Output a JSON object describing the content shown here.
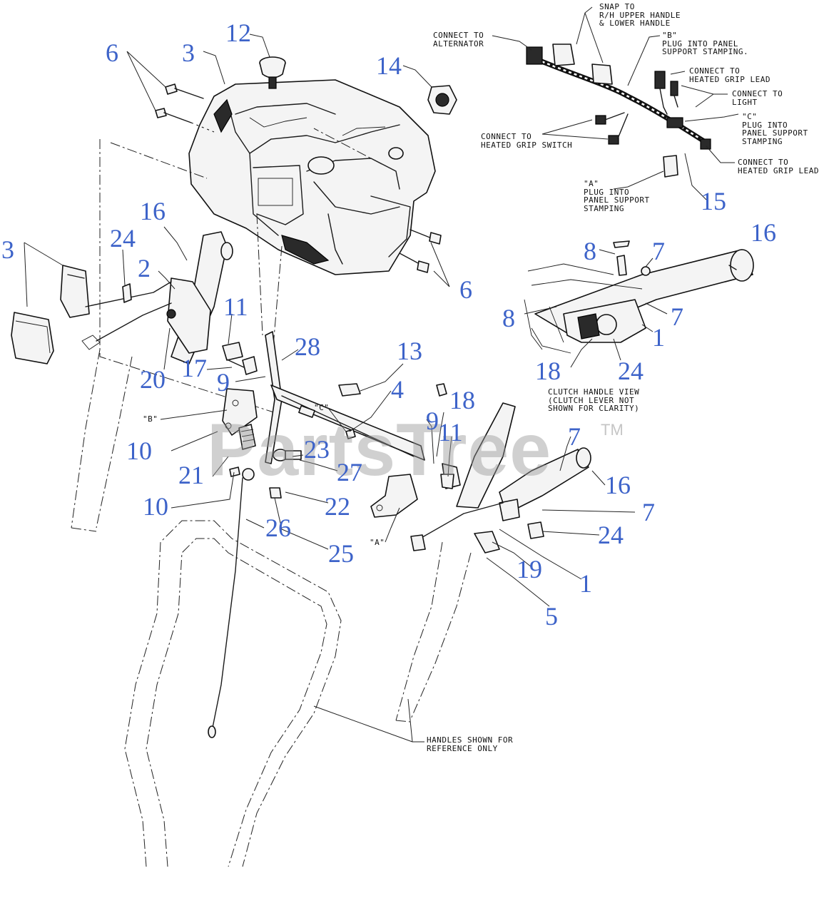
{
  "watermark": {
    "text": "PartsTree",
    "trademark": "TM"
  },
  "part_numbers": {
    "n12": "12",
    "n3a": "3",
    "n6a": "6",
    "n14": "14",
    "n15": "15",
    "n16a": "16",
    "n24a": "24",
    "n3b": "3",
    "n2": "2",
    "n11a": "11",
    "n17": "17",
    "n20": "20",
    "n9a": "9",
    "n28": "28",
    "n13": "13",
    "n4": "4",
    "n18a": "18",
    "n9b": "9",
    "n11b": "11",
    "n10a": "10",
    "n21": "21",
    "n23": "23",
    "n27": "27",
    "n22": "22",
    "n10b": "10",
    "n25": "25",
    "n26": "26",
    "n6b": "6",
    "n8a": "8",
    "n7a": "7",
    "n16b": "16",
    "n8b": "8",
    "n7b": "7",
    "n1a": "1",
    "n18b": "18",
    "n24b": "24",
    "n7c": "7",
    "n16c": "16",
    "n7d": "7",
    "n24c": "24",
    "n19": "19",
    "n1b": "1",
    "n5": "5"
  },
  "callouts": {
    "snap": [
      "SNAP TO",
      "R/H  UPPER HANDLE",
      "& LOWER HANDLE"
    ],
    "alternator": [
      "CONNECT TO",
      "ALTERNATOR"
    ],
    "plug_b": [
      "\"B\"",
      "PLUG INTO PANEL",
      "SUPPORT STAMPING."
    ],
    "heated_lead_1": [
      "CONNECT TO",
      "HEATED GRIP LEAD"
    ],
    "light": [
      "CONNECT TO",
      "LIGHT"
    ],
    "plug_c": [
      "\"C\"",
      "PLUG INTO",
      "PANEL SUPPORT",
      "STAMPING"
    ],
    "grip_switch": [
      "CONNECT TO",
      "HEATED GRIP SWITCH"
    ],
    "heated_lead_2": [
      "CONNECT TO",
      "HEATED GRIP LEAD"
    ],
    "plug_a": [
      "\"A\"",
      "PLUG INTO",
      "PANEL SUPPORT",
      "STAMPING"
    ],
    "clutch_view": [
      "CLUTCH HANDLE VIEW",
      "(CLUTCH LEVER NOT",
      "SHOWN FOR CLARITY)"
    ],
    "handles_ref": [
      "HANDLES SHOWN FOR",
      "REFERENCE ONLY"
    ],
    "ref_b": [
      "\"B\""
    ],
    "ref_c": [
      "\"C\""
    ],
    "ref_a": [
      "\"A\""
    ]
  }
}
